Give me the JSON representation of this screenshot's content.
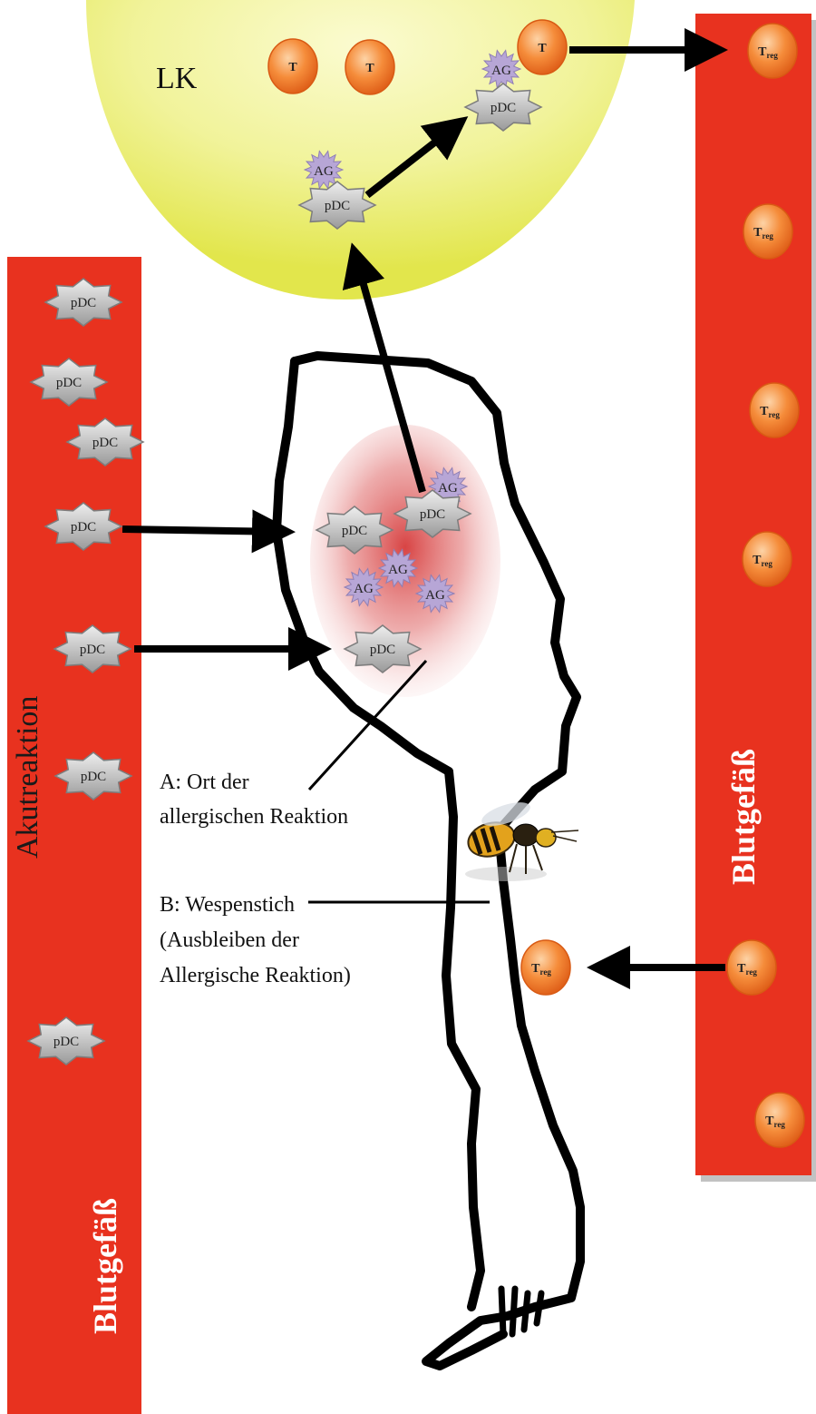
{
  "labels": {
    "lymph_node": "LK",
    "left_vessel": "Blutgefäß",
    "right_vessel": "Blutgefäß",
    "acute_reaction": "Akutreaktion",
    "annotation_a_line1": "A: Ort der",
    "annotation_a_line2": "allergischen Reaktion",
    "annotation_b_line1": "B: Wespenstich",
    "annotation_b_line2": "(Ausbleiben der",
    "annotation_b_line3": "Allergische Reaktion)"
  },
  "cells": {
    "pdc": "pDC",
    "antigen": "AG",
    "t_cell": "T",
    "treg_main": "T",
    "treg_sub": "reg"
  },
  "colors": {
    "vessel": "#e8321f",
    "lymph_node": "#eef07a",
    "inflammation": "#d94a4a",
    "t_cell_fill": "#f07a22",
    "pdc_fill": "#b8b8b8",
    "antigen_fill": "#b7a6d6"
  },
  "icons": [
    "wasp-icon",
    "arm-outline"
  ]
}
